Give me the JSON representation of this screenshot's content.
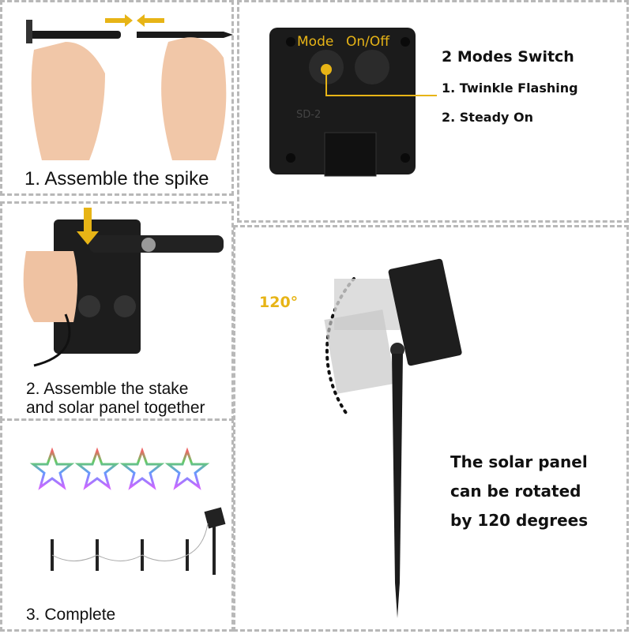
{
  "steps": [
    {
      "caption": "1. Assemble the spike"
    },
    {
      "caption_line1": "2. Assemble the stake",
      "caption_line2": "and solar panel together"
    },
    {
      "caption": "3. Complete"
    }
  ],
  "switch_box": {
    "button_labels": [
      "Mode",
      "On/Off"
    ],
    "model_text": "SD-2",
    "title": "2 Modes Switch",
    "modes": [
      "1. Twinkle Flashing",
      "2. Steady On"
    ]
  },
  "rotation": {
    "angle_label": "120°",
    "description": [
      "The solar panel",
      "can be rotated",
      "by 120 degrees"
    ]
  },
  "colors": {
    "accent": "#e7b416",
    "border": "#b8b8b8",
    "text": "#111111"
  }
}
